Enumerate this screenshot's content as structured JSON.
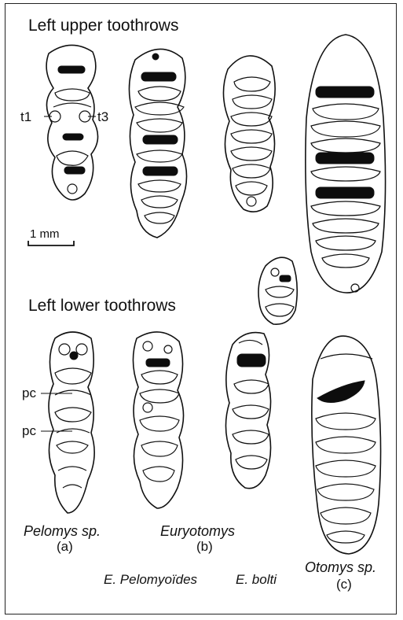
{
  "figure": {
    "upper_heading": "Left upper toothrows",
    "lower_heading": "Left lower toothrows",
    "scale_label": "1 mm",
    "cusp_labels": {
      "t1": "t1",
      "t3": "t3",
      "pc_1": "pc",
      "pc_2": "pc"
    },
    "taxa": {
      "pelomys": {
        "name": "Pelomys sp.",
        "tag": "(a)"
      },
      "euryotomys": {
        "name": "Euryotomys",
        "tag": "(b)"
      },
      "e_pelomyoides": {
        "name": "E. Pelomyoïdes"
      },
      "e_bolti": {
        "name": "E. bolti"
      },
      "otomys": {
        "name": "Otomys sp.",
        "tag": "(c)"
      }
    }
  }
}
